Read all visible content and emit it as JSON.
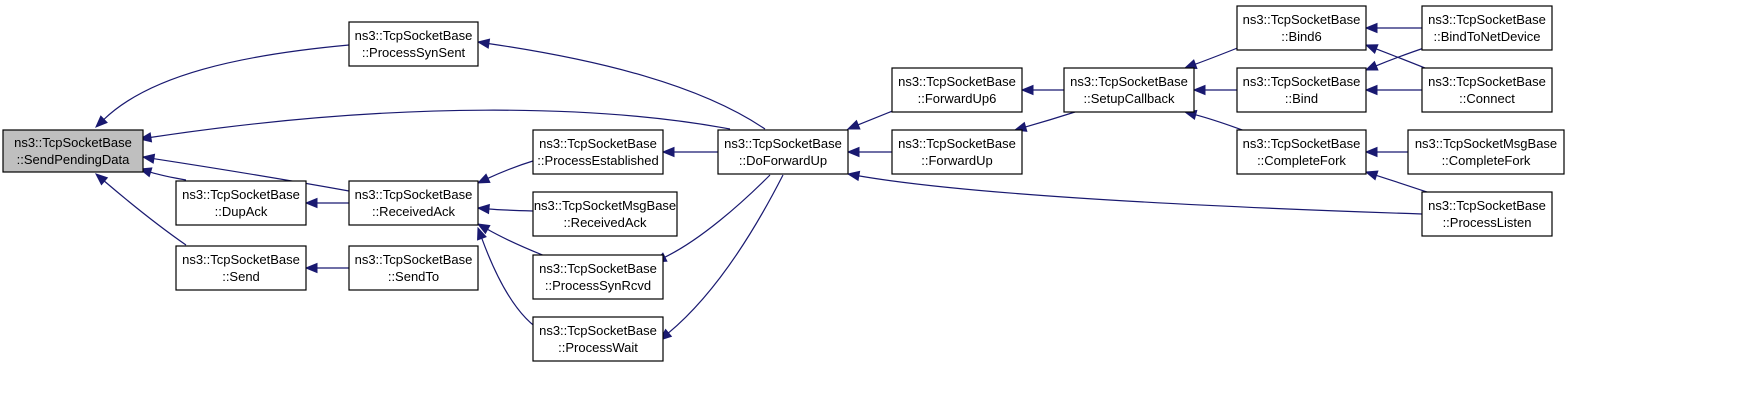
{
  "graph": {
    "nodes": [
      {
        "id": "sendPendingData",
        "line1": "ns3::TcpSocketBase",
        "line2": "::SendPendingData",
        "highlighted": true
      },
      {
        "id": "processSynSent",
        "line1": "ns3::TcpSocketBase",
        "line2": "::ProcessSynSent"
      },
      {
        "id": "dupAck",
        "line1": "ns3::TcpSocketBase",
        "line2": "::DupAck"
      },
      {
        "id": "receivedAck",
        "line1": "ns3::TcpSocketBase",
        "line2": "::ReceivedAck"
      },
      {
        "id": "send",
        "line1": "ns3::TcpSocketBase",
        "line2": "::Send"
      },
      {
        "id": "sendTo",
        "line1": "ns3::TcpSocketBase",
        "line2": "::SendTo"
      },
      {
        "id": "processEstablished",
        "line1": "ns3::TcpSocketBase",
        "line2": "::ProcessEstablished"
      },
      {
        "id": "msgReceivedAck",
        "line1": "ns3::TcpSocketMsgBase",
        "line2": "::ReceivedAck"
      },
      {
        "id": "processSynRcvd",
        "line1": "ns3::TcpSocketBase",
        "line2": "::ProcessSynRcvd"
      },
      {
        "id": "processWait",
        "line1": "ns3::TcpSocketBase",
        "line2": "::ProcessWait"
      },
      {
        "id": "doForwardUp",
        "line1": "ns3::TcpSocketBase",
        "line2": "::DoForwardUp"
      },
      {
        "id": "forwardUp6",
        "line1": "ns3::TcpSocketBase",
        "line2": "::ForwardUp6"
      },
      {
        "id": "forwardUp",
        "line1": "ns3::TcpSocketBase",
        "line2": "::ForwardUp"
      },
      {
        "id": "setupCallback",
        "line1": "ns3::TcpSocketBase",
        "line2": "::SetupCallback"
      },
      {
        "id": "bind6",
        "line1": "ns3::TcpSocketBase",
        "line2": "::Bind6"
      },
      {
        "id": "bind",
        "line1": "ns3::TcpSocketBase",
        "line2": "::Bind"
      },
      {
        "id": "completeFork",
        "line1": "ns3::TcpSocketBase",
        "line2": "::CompleteFork"
      },
      {
        "id": "bindToNetDevice",
        "line1": "ns3::TcpSocketBase",
        "line2": "::BindToNetDevice"
      },
      {
        "id": "connect",
        "line1": "ns3::TcpSocketBase",
        "line2": "::Connect"
      },
      {
        "id": "msgCompleteFork",
        "line1": "ns3::TcpSocketMsgBase",
        "line2": "::CompleteFork"
      },
      {
        "id": "processListen",
        "line1": "ns3::TcpSocketBase",
        "line2": "::ProcessListen"
      }
    ],
    "edges": [
      {
        "from": "processSynSent",
        "to": "sendPendingData"
      },
      {
        "from": "doForwardUp",
        "to": "sendPendingData"
      },
      {
        "from": "receivedAck",
        "to": "sendPendingData"
      },
      {
        "from": "dupAck",
        "to": "sendPendingData"
      },
      {
        "from": "send",
        "to": "sendPendingData"
      },
      {
        "from": "receivedAck",
        "to": "dupAck"
      },
      {
        "from": "sendTo",
        "to": "send"
      },
      {
        "from": "processEstablished",
        "to": "receivedAck"
      },
      {
        "from": "msgReceivedAck",
        "to": "receivedAck"
      },
      {
        "from": "processSynRcvd",
        "to": "receivedAck"
      },
      {
        "from": "processWait",
        "to": "receivedAck"
      },
      {
        "from": "doForwardUp",
        "to": "processSynSent"
      },
      {
        "from": "doForwardUp",
        "to": "processEstablished"
      },
      {
        "from": "doForwardUp",
        "to": "processSynRcvd"
      },
      {
        "from": "doForwardUp",
        "to": "processWait"
      },
      {
        "from": "forwardUp6",
        "to": "doForwardUp"
      },
      {
        "from": "forwardUp",
        "to": "doForwardUp"
      },
      {
        "from": "processListen",
        "to": "doForwardUp"
      },
      {
        "from": "setupCallback",
        "to": "forwardUp6"
      },
      {
        "from": "setupCallback",
        "to": "forwardUp"
      },
      {
        "from": "bind6",
        "to": "setupCallback"
      },
      {
        "from": "bind",
        "to": "setupCallback"
      },
      {
        "from": "completeFork",
        "to": "setupCallback"
      },
      {
        "from": "bindToNetDevice",
        "to": "bind6"
      },
      {
        "from": "connect",
        "to": "bind6"
      },
      {
        "from": "bindToNetDevice",
        "to": "bind"
      },
      {
        "from": "connect",
        "to": "bind"
      },
      {
        "from": "msgCompleteFork",
        "to": "completeFork"
      },
      {
        "from": "processListen",
        "to": "completeFork"
      }
    ]
  }
}
